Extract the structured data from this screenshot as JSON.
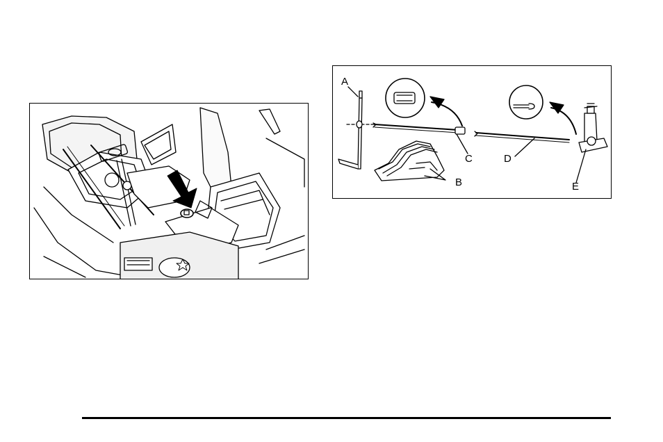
{
  "figures": {
    "left": {
      "subject": "spare-tire-hoist-access-illustration"
    },
    "right": {
      "callouts": {
        "a": "A",
        "b": "B",
        "c": "C",
        "d": "D",
        "e": "E"
      }
    }
  },
  "colors": {
    "line": "#000000",
    "background": "#ffffff"
  }
}
